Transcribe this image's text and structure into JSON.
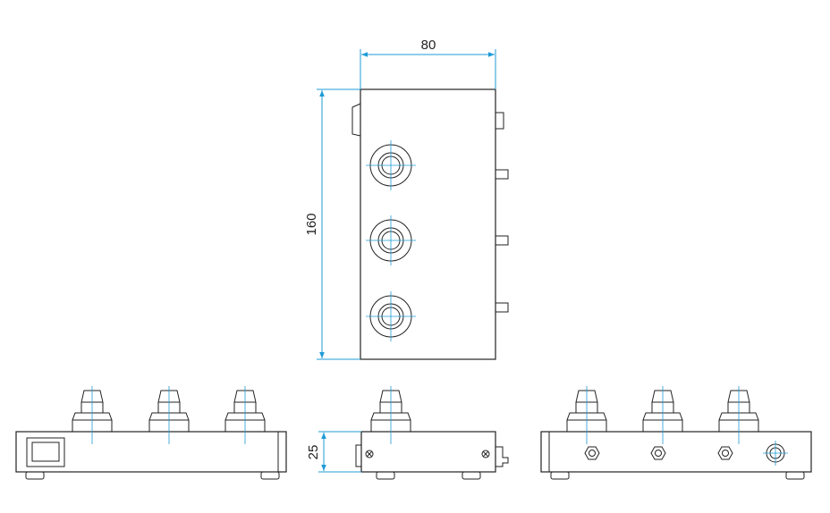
{
  "dimensions": {
    "width_label": "80",
    "height_label": "160",
    "depth_label": "25"
  },
  "colors": {
    "line": "#222222",
    "dimension": "#1f9bd6",
    "background": "#ffffff"
  }
}
